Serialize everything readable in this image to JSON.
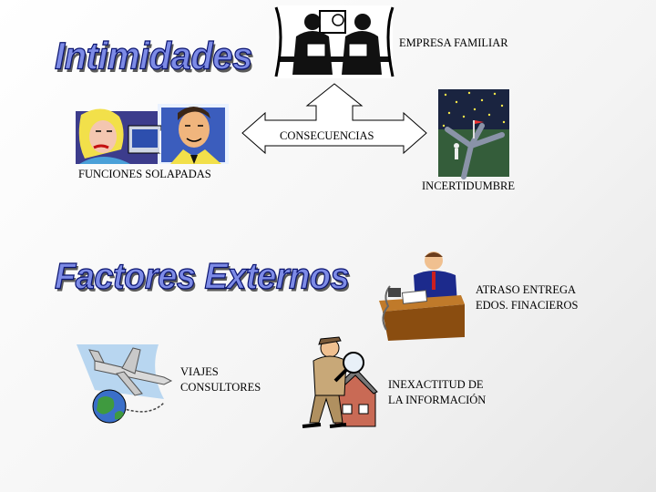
{
  "titles": {
    "intimidades": "Intimidades",
    "factores": "Factores Externos"
  },
  "labels": {
    "empresa_familiar": "EMPRESA FAMILIAR",
    "consecuencias": "CONSECUENCIAS",
    "funciones_solapadas": "FUNCIONES SOLAPADAS",
    "incertidumbre": "INCERTIDUMBRE",
    "atraso_line1": "ATRASO ENTREGA",
    "atraso_line2": "EDOS. FINACIEROS",
    "viajes_line1": "VIAJES",
    "viajes_line2": "CONSULTORES",
    "inexactitud_line1": "INEXACTITUD DE",
    "inexactitud_line2": "LA INFORMACIÓN"
  },
  "colors": {
    "wordart_fill": "#7d8be6",
    "wordart_outline": "#0a1470"
  },
  "icons": [
    "meeting-clipart-icon",
    "two-people-computer-clipart-icon",
    "night-crossroads-clipart-icon",
    "businessman-desk-clipart-icon",
    "airplane-globe-clipart-icon",
    "inspector-house-clipart-icon"
  ]
}
